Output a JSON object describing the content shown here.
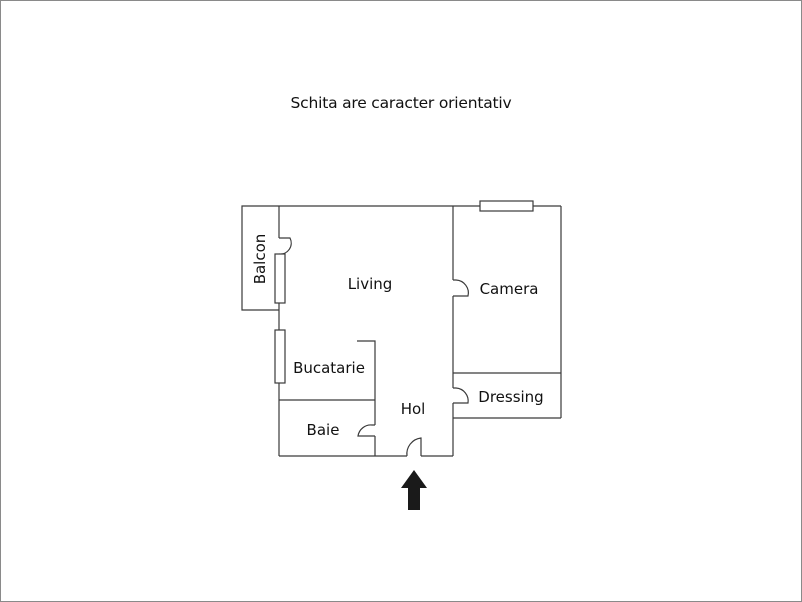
{
  "title": "Schita are caracter orientativ",
  "rooms": {
    "balcon": "Balcon",
    "living": "Living",
    "camera": "Camera",
    "bucatarie": "Bucatarie",
    "hol": "Hol",
    "dressing": "Dressing",
    "baie": "Baie"
  },
  "icons": {
    "entrance": "up-arrow"
  },
  "colors": {
    "wall": "#3a3a3a",
    "arrow": "#1a1a1a",
    "frame": "#8a8a8a"
  }
}
